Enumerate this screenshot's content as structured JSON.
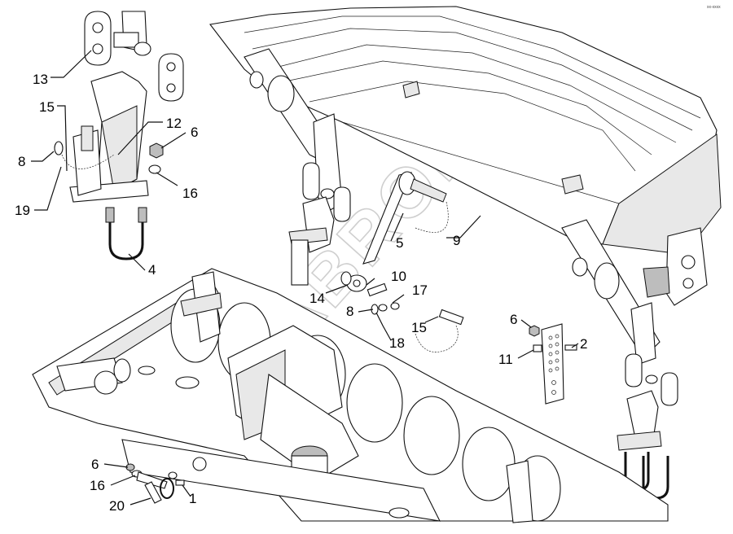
{
  "diagram": {
    "watermark_text": "SABRON",
    "corner_mark": "xx-xxxx",
    "callouts": [
      {
        "id": "13",
        "label": "13"
      },
      {
        "id": "15a",
        "label": "15"
      },
      {
        "id": "12",
        "label": "12"
      },
      {
        "id": "6a",
        "label": "6"
      },
      {
        "id": "8a",
        "label": "8"
      },
      {
        "id": "16a",
        "label": "16"
      },
      {
        "id": "19",
        "label": "19"
      },
      {
        "id": "4",
        "label": "4"
      },
      {
        "id": "5",
        "label": "5"
      },
      {
        "id": "9",
        "label": "9"
      },
      {
        "id": "10",
        "label": "10"
      },
      {
        "id": "14",
        "label": "14"
      },
      {
        "id": "17",
        "label": "17"
      },
      {
        "id": "8b",
        "label": "8"
      },
      {
        "id": "15b",
        "label": "15"
      },
      {
        "id": "18",
        "label": "18"
      },
      {
        "id": "6b",
        "label": "6"
      },
      {
        "id": "2",
        "label": "2"
      },
      {
        "id": "11",
        "label": "11"
      },
      {
        "id": "6c",
        "label": "6"
      },
      {
        "id": "16b",
        "label": "16"
      },
      {
        "id": "20",
        "label": "20"
      },
      {
        "id": "1",
        "label": "1"
      }
    ]
  }
}
